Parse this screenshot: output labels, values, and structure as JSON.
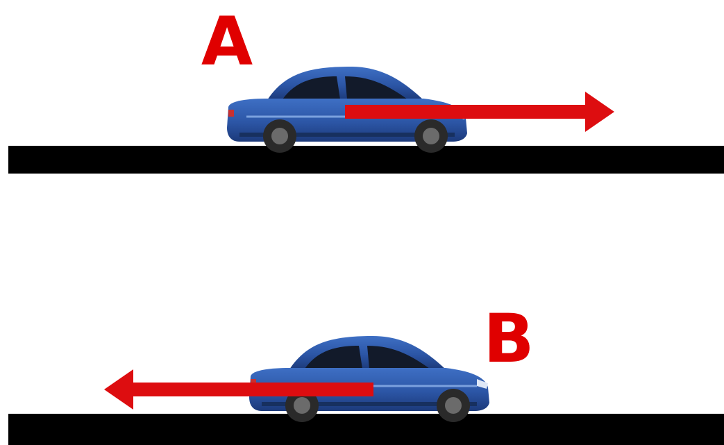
{
  "scene": {
    "background_color": "#ffffff",
    "road_color": "#000000",
    "arrow_color": "#dd0d10",
    "car_body_color": "#2c56a6",
    "car_window_color": "#121a2a",
    "car_wheel_color": "#2a2a2a"
  },
  "cars": [
    {
      "label": "A",
      "direction": "right",
      "label_color": "#e00000"
    },
    {
      "label": "B",
      "direction": "left",
      "label_color": "#e00000"
    }
  ]
}
